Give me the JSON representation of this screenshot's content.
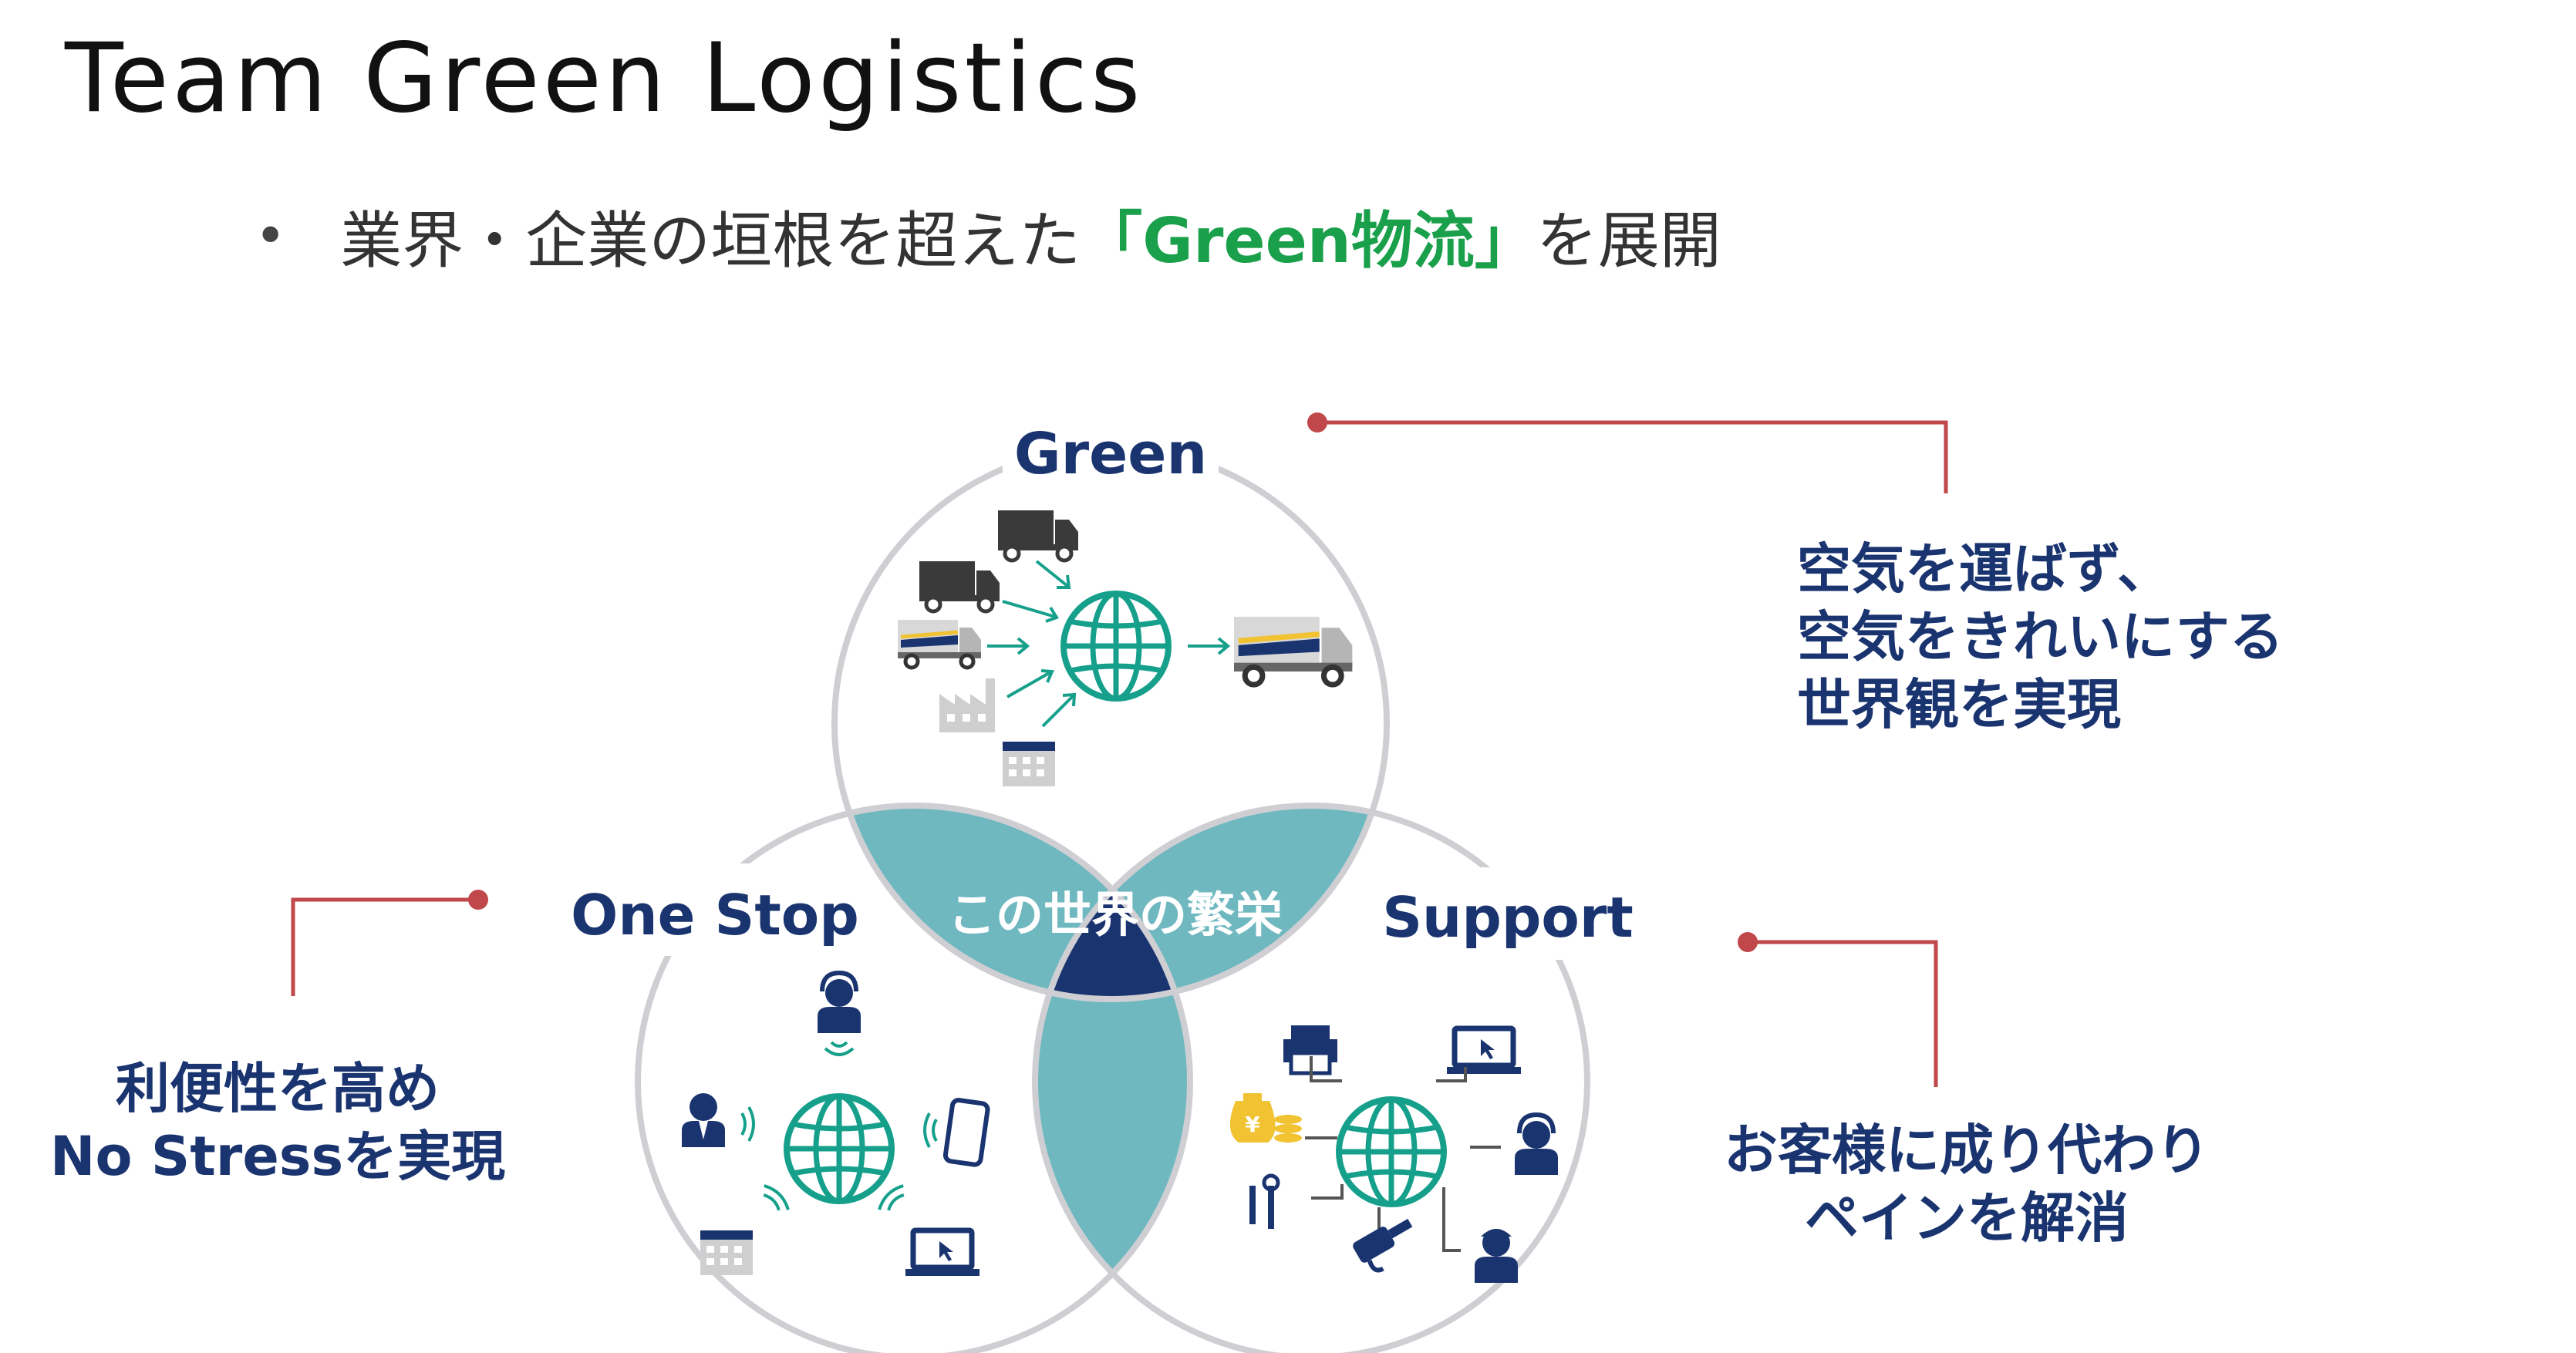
{
  "title": "Team Green Logistics",
  "bullet": {
    "prefix": "業界・企業の垣根を超えた",
    "highlight": "「Green物流」",
    "suffix": "を展開"
  },
  "circles": {
    "top": "Green",
    "left": "One Stop",
    "right": "Support"
  },
  "center_text": "この世界の繁栄",
  "callouts": {
    "green": [
      "空気を運ばず、",
      "空気をきれいにする",
      "世界観を実現"
    ],
    "onestop": [
      "利便性を高め",
      "No Stressを実現"
    ],
    "support": [
      "お客様に成り代わり",
      "ペインを解消"
    ]
  },
  "colors": {
    "navy": "#1a3470",
    "teal": "#6fb8c0",
    "green_text": "#1aa04a",
    "connector": "#c0474a",
    "globe": "#16a08c",
    "circle_stroke": "#cfcfd3"
  },
  "icons": {
    "green": [
      "truck-icon",
      "truck-icon",
      "truck-icon",
      "factory-icon",
      "building-icon",
      "globe-icon",
      "arrow-icon",
      "delivery-truck-icon"
    ],
    "onestop": [
      "headset-operator-icon",
      "businessman-icon",
      "smartphone-icon",
      "building-icon",
      "laptop-icon",
      "globe-icon"
    ],
    "support": [
      "printer-icon",
      "laptop-icon",
      "money-bag-icon",
      "globe-icon",
      "operator-icon",
      "tools-icon",
      "fuel-nozzle-icon",
      "worker-icon"
    ]
  }
}
